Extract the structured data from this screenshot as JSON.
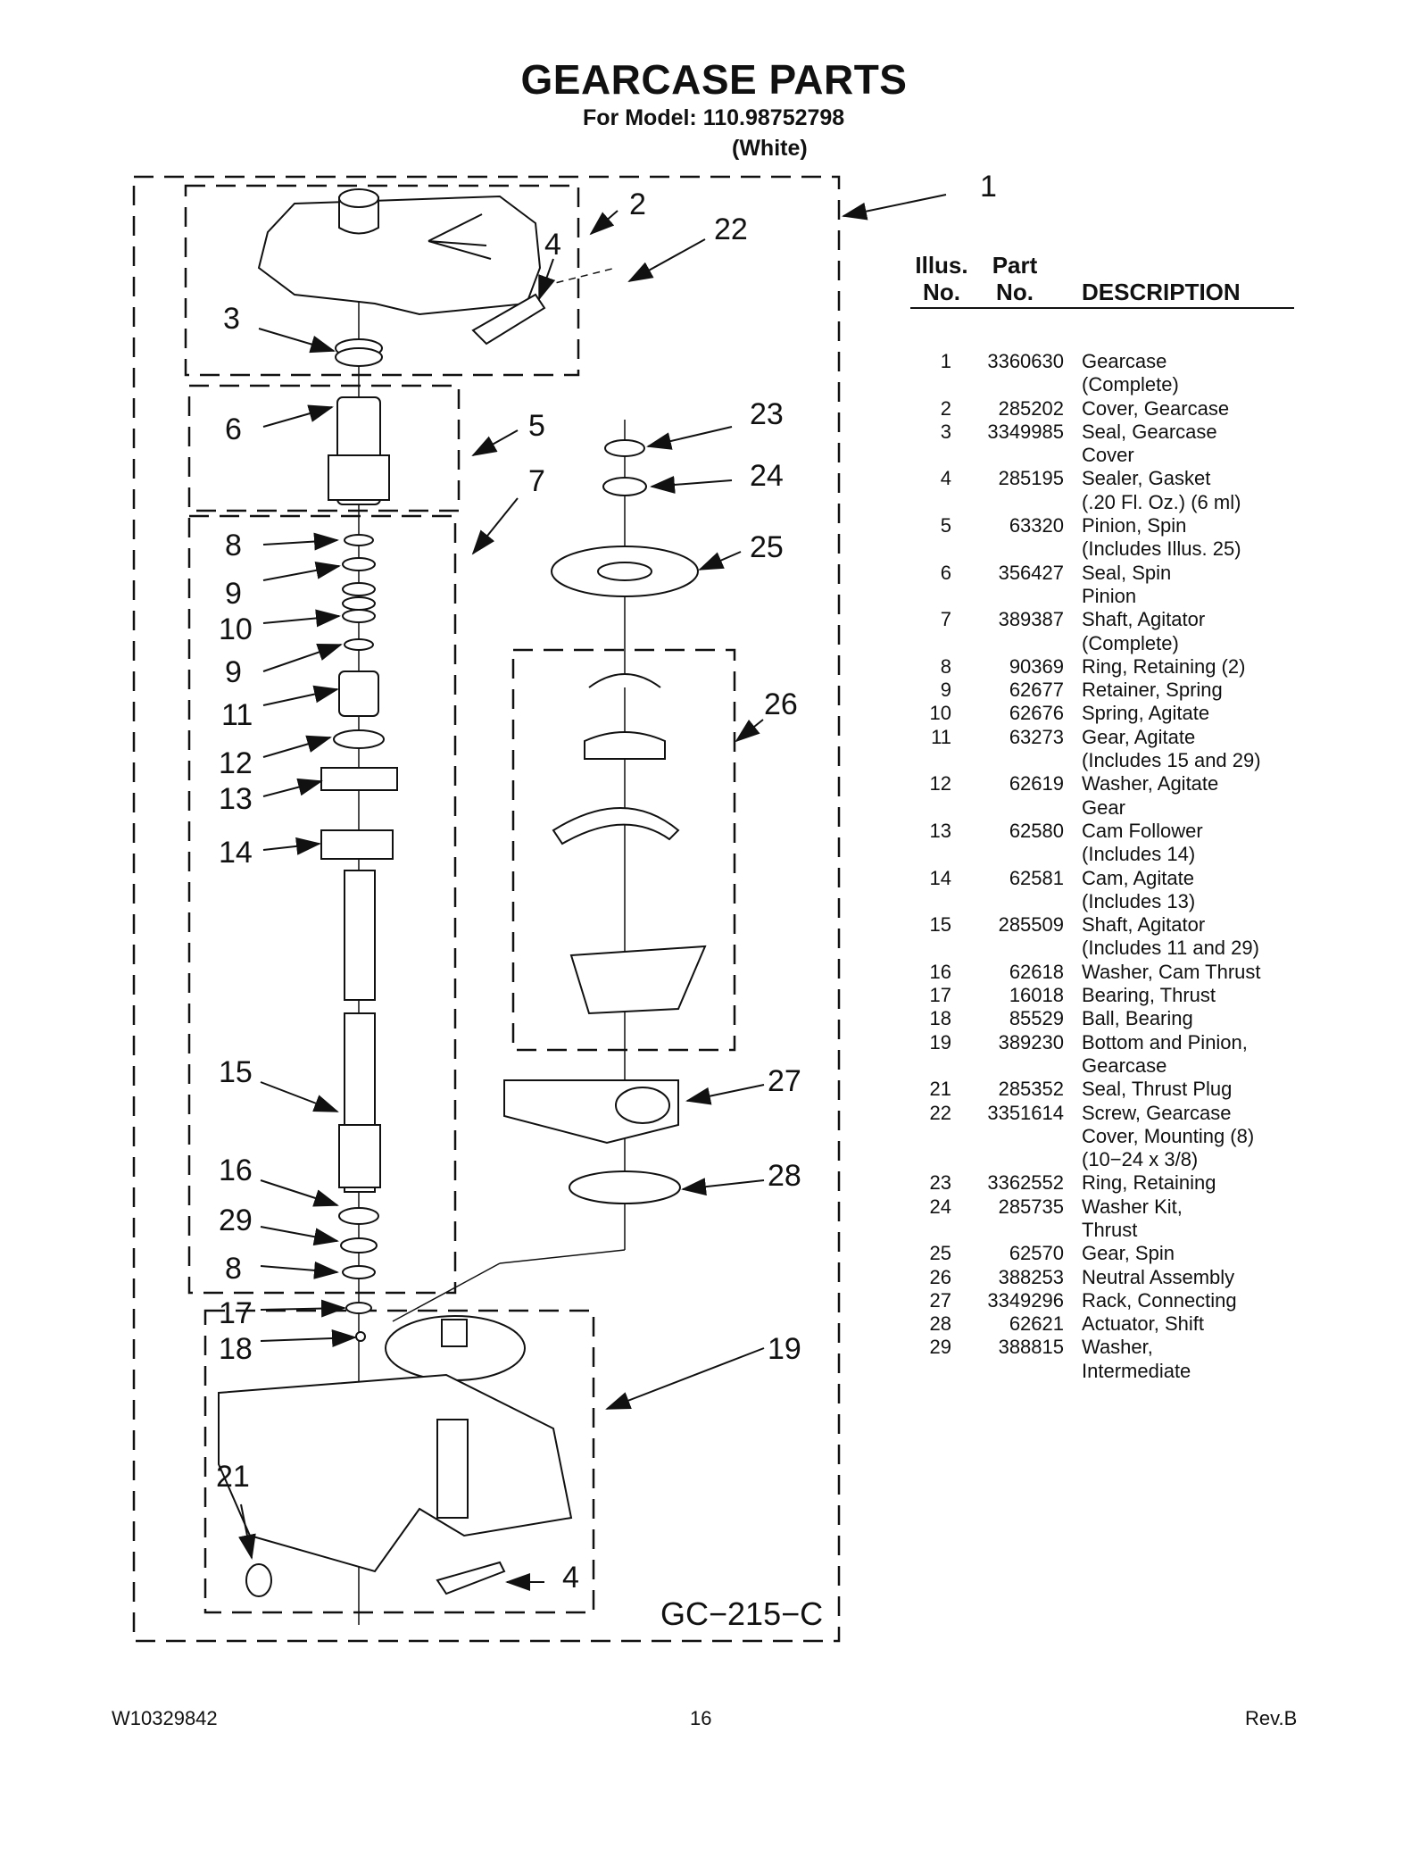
{
  "title": "GEARCASE PARTS",
  "model_line": "For Model: 110.98752798",
  "color_line": "(White)",
  "diagram": {
    "code": "GC−215−C",
    "callouts": [
      "1",
      "2",
      "22",
      "4",
      "3",
      "6",
      "5",
      "23",
      "7",
      "24",
      "8",
      "25",
      "9",
      "10",
      "9",
      "11",
      "26",
      "12",
      "13",
      "14",
      "15",
      "27",
      "16",
      "28",
      "29",
      "8",
      "17",
      "18",
      "19",
      "21",
      "4"
    ]
  },
  "legend": {
    "header_illus_1": "Illus.",
    "header_illus_2": "No.",
    "header_part_1": "Part",
    "header_part_2": "No.",
    "header_desc": "DESCRIPTION",
    "rows": [
      {
        "illus": "1",
        "part": "3360630",
        "desc": "Gearcase",
        "desc2": "(Complete)"
      },
      {
        "illus": "2",
        "part": "285202",
        "desc": "Cover, Gearcase",
        "desc2": ""
      },
      {
        "illus": "3",
        "part": "3349985",
        "desc": "Seal, Gearcase",
        "desc2": "Cover"
      },
      {
        "illus": "4",
        "part": "285195",
        "desc": "Sealer, Gasket",
        "desc2": "(.20 Fl. Oz.) (6 ml)"
      },
      {
        "illus": "5",
        "part": "63320",
        "desc": "Pinion, Spin",
        "desc2": "(Includes Illus. 25)"
      },
      {
        "illus": "6",
        "part": "356427",
        "desc": "Seal, Spin",
        "desc2": "Pinion"
      },
      {
        "illus": "7",
        "part": "389387",
        "desc": "Shaft, Agitator",
        "desc2": "(Complete)"
      },
      {
        "illus": "8",
        "part": "90369",
        "desc": "Ring, Retaining (2)",
        "desc2": ""
      },
      {
        "illus": "9",
        "part": "62677",
        "desc": "Retainer, Spring",
        "desc2": ""
      },
      {
        "illus": "10",
        "part": "62676",
        "desc": "Spring, Agitate",
        "desc2": ""
      },
      {
        "illus": "11",
        "part": "63273",
        "desc": "Gear, Agitate",
        "desc2": "(Includes 15 and 29)"
      },
      {
        "illus": "12",
        "part": "62619",
        "desc": "Washer, Agitate",
        "desc2": "Gear"
      },
      {
        "illus": "13",
        "part": "62580",
        "desc": "Cam Follower",
        "desc2": "(Includes 14)"
      },
      {
        "illus": "14",
        "part": "62581",
        "desc": "Cam, Agitate",
        "desc2": "(Includes 13)"
      },
      {
        "illus": "15",
        "part": "285509",
        "desc": "Shaft, Agitator",
        "desc2": "(Includes 11 and 29)"
      },
      {
        "illus": "16",
        "part": "62618",
        "desc": "Washer, Cam Thrust",
        "desc2": ""
      },
      {
        "illus": "17",
        "part": "16018",
        "desc": "Bearing, Thrust",
        "desc2": ""
      },
      {
        "illus": "18",
        "part": "85529",
        "desc": "Ball, Bearing",
        "desc2": ""
      },
      {
        "illus": "19",
        "part": "389230",
        "desc": "Bottom and Pinion,",
        "desc2": "Gearcase"
      },
      {
        "illus": "21",
        "part": "285352",
        "desc": "Seal, Thrust Plug",
        "desc2": ""
      },
      {
        "illus": "22",
        "part": "3351614",
        "desc": "Screw, Gearcase",
        "desc2": "Cover, Mounting (8)",
        "desc3": "(10−24 x 3/8)"
      },
      {
        "illus": "23",
        "part": "3362552",
        "desc": "Ring, Retaining",
        "desc2": ""
      },
      {
        "illus": "24",
        "part": "285735",
        "desc": "Washer Kit,",
        "desc2": "Thrust"
      },
      {
        "illus": "25",
        "part": "62570",
        "desc": "Gear, Spin",
        "desc2": ""
      },
      {
        "illus": "26",
        "part": "388253",
        "desc": "Neutral Assembly",
        "desc2": ""
      },
      {
        "illus": "27",
        "part": "3349296",
        "desc": "Rack, Connecting",
        "desc2": ""
      },
      {
        "illus": "28",
        "part": "62621",
        "desc": "Actuator, Shift",
        "desc2": ""
      },
      {
        "illus": "29",
        "part": "388815",
        "desc": "Washer,",
        "desc2": "Intermediate"
      }
    ]
  },
  "footer": {
    "doc_number": "W10329842",
    "page": "16",
    "revision": "Rev.B"
  }
}
